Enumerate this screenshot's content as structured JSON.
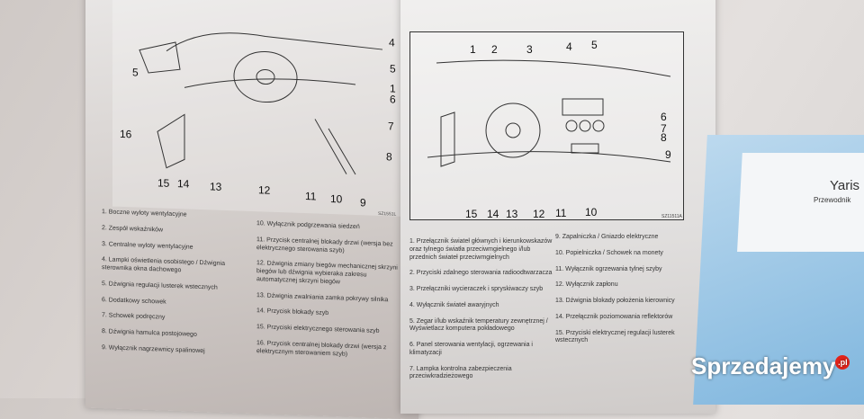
{
  "left_page": {
    "diagram_callouts": [
      "4",
      "5",
      "1",
      "6",
      "7",
      "8",
      "9",
      "10",
      "11",
      "12",
      "13",
      "14",
      "15",
      "16",
      "5"
    ],
    "figure_code": "SZ1551L",
    "items_left": [
      "1. Boczne wyloty wentylacyjne",
      "2. Zespół wskaźników",
      "3. Centralne wyloty wentylacyjne",
      "4. Lampki oświetlenia osobistego / Dźwignia sterownika okna dachowego",
      "5. Dźwignia regulacji lusterek wstecznych",
      "6. Dodatkowy schowek",
      "7. Schowek podręczny",
      "8. Dźwignia hamulca postojowego",
      "9. Wyłącznik nagrzewnicy spalinowej"
    ],
    "items_right": [
      "10. Wyłącznik podgrzewania siedzeń",
      "11. Przycisk centralnej blokady drzwi (wersja bez elektrycznego sterowania szyb)",
      "12. Dźwignia zmiany biegów mechanicznej skrzyni biegów lub dźwignia wybieraka zakresu automatycznej skrzyni biegów",
      "13. Dźwignia zwalniania zamka pokrywy silnika",
      "14. Przycisk blokady szyb",
      "15. Przyciski elektrycznego sterowania szyb",
      "16. Przycisk centralnej blokady drzwi (wersja z elektrycznym sterowaniem szyb)"
    ]
  },
  "right_page": {
    "diagram_callouts_top": [
      "1",
      "2",
      "3",
      "4",
      "5"
    ],
    "diagram_callouts_side": [
      "6",
      "7",
      "8",
      "9"
    ],
    "diagram_callouts_bottom": [
      "15",
      "14",
      "13",
      "12",
      "11",
      "10"
    ],
    "figure_code": "SZ11511A",
    "items_left": [
      "1. Przełącznik świateł głównych i kierunkowskazów oraz tylnego światła przeciwmgielnego i/lub przednich świateł przeciwmgielnych",
      "2. Przyciski zdalnego sterowania radioodtwarzacza",
      "3. Przełączniki wycieraczek i spryskiwaczy szyb",
      "4. Wyłącznik świateł awaryjnych",
      "5. Zegar i/lub wskaźnik temperatury zewnętrznej / Wyświetlacz komputera pokładowego",
      "6. Panel sterowania wentylacji, ogrzewania i klimatyzacji",
      "7. Lampka kontrolna zabezpieczenia przeciwkradzieżowego"
    ],
    "items_right": [
      "9. Zapalniczka / Gniazdo elektryczne",
      "10. Popielniczka / Schowek na monety",
      "11. Wyłącznik ogrzewania tylnej szyby",
      "12. Wyłącznik zapłonu",
      "13. Dźwignia blokady położenia kierownicy",
      "14. Przełącznik poziomowania reflektorów",
      "15. Przyciski elektrycznej regulacji lusterek wstecznych"
    ]
  },
  "booklet": {
    "title": "Yaris",
    "subtitle": "Przewodnik",
    "color": "#7fb6de"
  },
  "watermark": {
    "text": "Sprzedajemy",
    "suffix": ".pl"
  }
}
